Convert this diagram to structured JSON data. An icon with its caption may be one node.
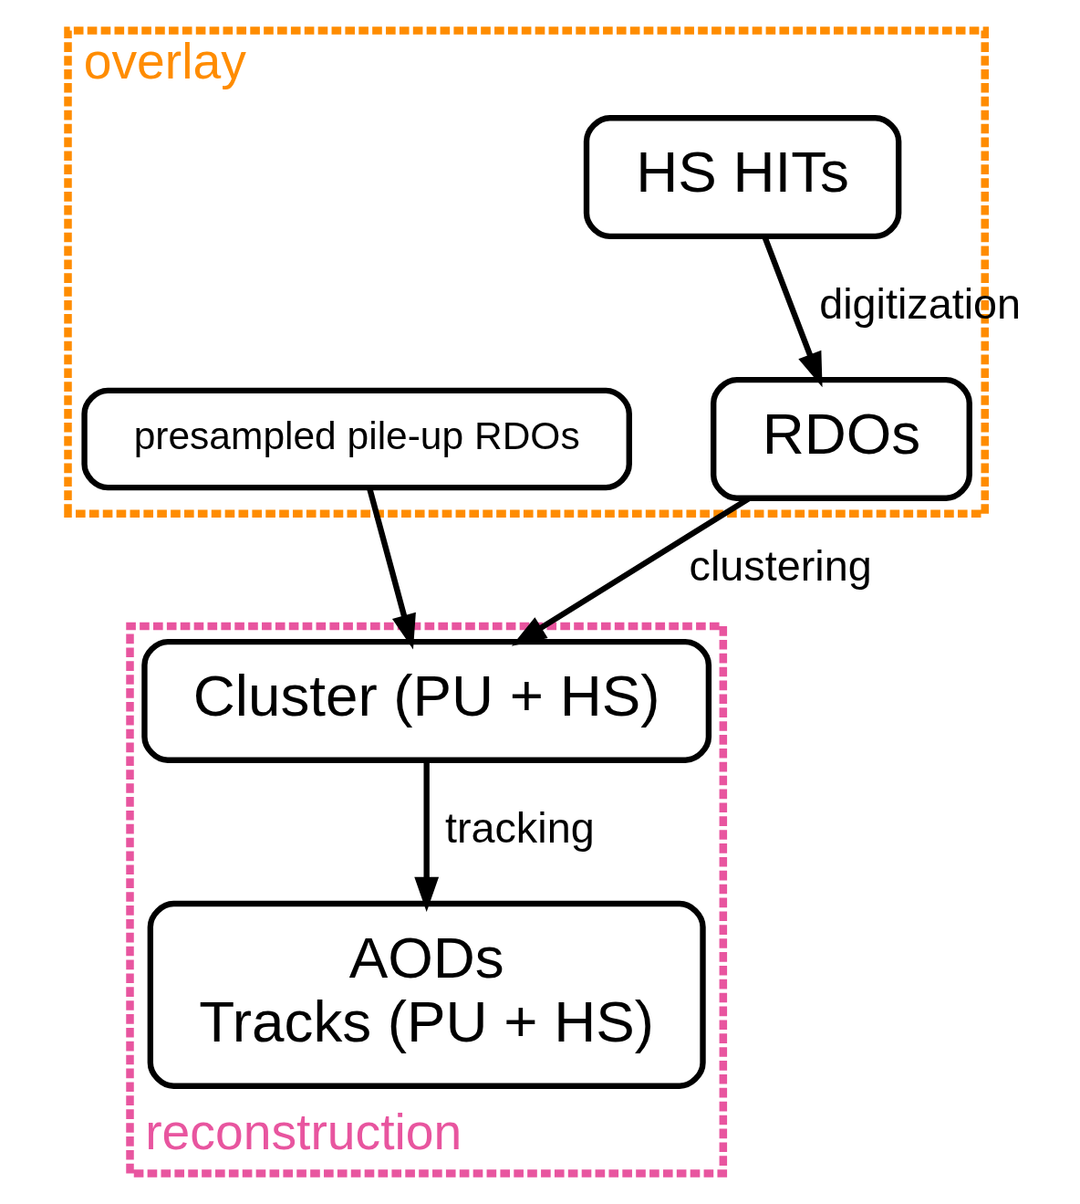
{
  "diagram": {
    "nodes": [
      {
        "text": [
          "overlay"
        ]
      },
      {
        "text": [
          "HS HITs"
        ],
        "in": 0
      },
      {
        "text": [
          "presampled pile-up RDOs"
        ],
        "in": 0
      },
      {
        "text": [
          "RDOs"
        ],
        "in": 0
      },
      {
        "text": [
          "reconstruction"
        ]
      },
      {
        "text": [
          "Cluster (PU + HS)"
        ],
        "in": 4
      },
      {
        "text": [
          "AODs",
          "Tracks (PU + HS)"
        ],
        "in": 4
      }
    ],
    "edges": [
      {
        "from": 1,
        "to": 3,
        "arrow": "to",
        "label": "digitization"
      },
      {
        "from": 2,
        "to": 5,
        "arrow": "to"
      },
      {
        "from": 3,
        "to": 5,
        "arrow": "to",
        "label": "clustering"
      },
      {
        "from": 5,
        "to": 6,
        "arrow": "to",
        "label": "tracking"
      }
    ]
  }
}
